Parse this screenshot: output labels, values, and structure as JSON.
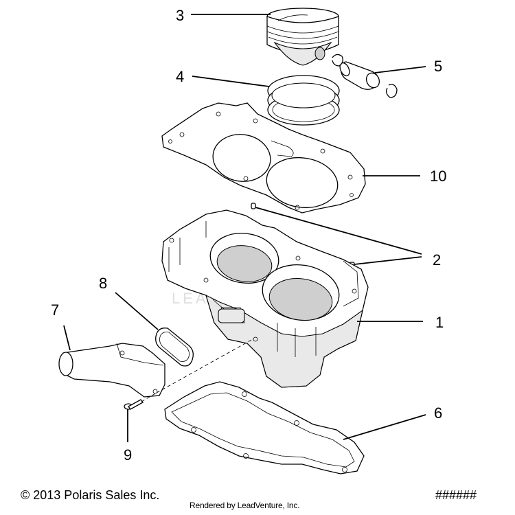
{
  "callouts": [
    {
      "id": "1",
      "label": "1"
    },
    {
      "id": "2",
      "label": "2"
    },
    {
      "id": "3",
      "label": "3"
    },
    {
      "id": "4",
      "label": "4"
    },
    {
      "id": "5",
      "label": "5"
    },
    {
      "id": "6",
      "label": "6"
    },
    {
      "id": "7",
      "label": "7"
    },
    {
      "id": "8",
      "label": "8"
    },
    {
      "id": "9",
      "label": "9"
    },
    {
      "id": "10",
      "label": "10"
    }
  ],
  "watermark": {
    "text": "LEADVENTURE"
  },
  "footer": {
    "copyright": "© 2013 Polaris Sales Inc.",
    "rendered_by": "Rendered by LeadVenture, Inc.",
    "code": "######"
  }
}
